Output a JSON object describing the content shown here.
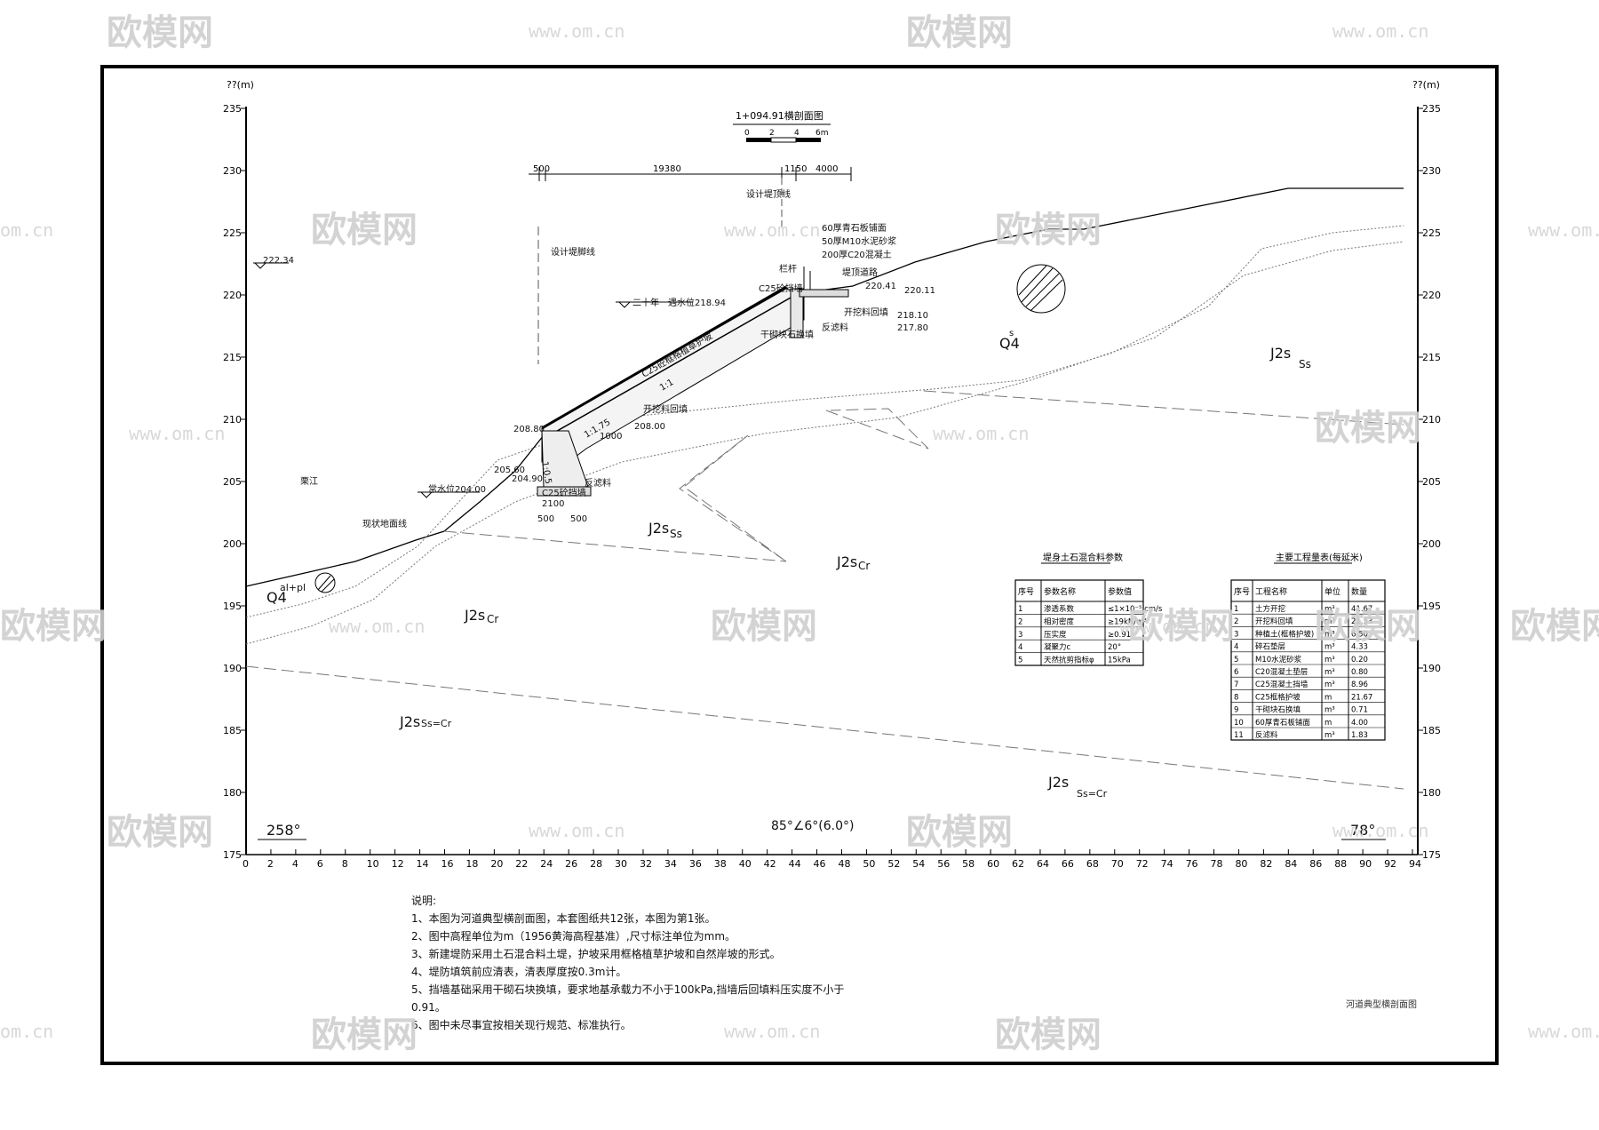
{
  "drawing": {
    "title": "1+094.91横剖面图",
    "scale_ticks": [
      "0",
      "2",
      "4",
      "6m"
    ],
    "axis_unit_left": "??(m)",
    "axis_unit_right": "??(m)",
    "left_elevations": [
      "235",
      "230",
      "225",
      "220",
      "215",
      "210",
      "205",
      "200",
      "195",
      "190",
      "185",
      "180",
      "175"
    ],
    "right_elevations": [
      "235",
      "230",
      "225",
      "220",
      "215",
      "210",
      "205",
      "200",
      "195",
      "190",
      "185",
      "180",
      "175"
    ],
    "x_ticks": [
      "0",
      "2",
      "4",
      "6",
      "8",
      "10",
      "12",
      "14",
      "16",
      "18",
      "20",
      "22",
      "24",
      "26",
      "28",
      "30",
      "32",
      "34",
      "36",
      "38",
      "40",
      "42",
      "44",
      "46",
      "48",
      "50",
      "52",
      "54",
      "56",
      "58",
      "60",
      "62",
      "64",
      "66",
      "68",
      "70",
      "72",
      "74",
      "76",
      "78",
      "80",
      "82",
      "84",
      "86",
      "88",
      "90",
      "92",
      "94"
    ],
    "dimensions": [
      "500",
      "19380",
      "1150",
      "4000"
    ],
    "annotations": {
      "design_crest_line": "设计堤顶线",
      "design_toe_line": "设计堤脚线",
      "surface_stone": "60厚青石板铺面",
      "mortar": "50厚M10水泥砂浆",
      "concrete": "200厚C20混凝土",
      "railing": "栏杆",
      "levee_road": "堤顶道路",
      "c25_wall_top": "C25砼挡墙",
      "elev_top_1": "220.41",
      "elev_top_2": "220.11",
      "excavation_backfill": "开挖料回填",
      "elev_21810": "218.10",
      "elev_21780": "217.80",
      "filter_top": "反滤料",
      "dry_stone_top": "干砌块石换填",
      "flood_20yr": "二十年一遇水位218.94",
      "elev_22234": "222.34",
      "slope_frame": "C25砼框格植草护坡",
      "slope_ratio_1": "1:1.75",
      "slope_ratio_2": "1:1",
      "excavation_backfill_2": "开挖料回填",
      "elev_20880": "208.80",
      "elev_20800": "208.00",
      "dim_1000": "1000",
      "elev_20560": "205.60",
      "elev_20490": "204.90",
      "normal_water": "常水位204.00",
      "river_name": "栗江",
      "existing_ground": "现状地面线",
      "filter_low": "反滤料",
      "c25_wall_low": "C25砼挡墙",
      "dim_2100": "2100",
      "dim_500a": "500",
      "dim_500b": "500",
      "slope_ratio_low": "1:0.5",
      "geo_q4s": "Q4",
      "geo_q4s_sup": "s",
      "geo_q4alpl": "Q4",
      "geo_q4alpl_sup": "al+pl",
      "geo_j2s_ss_1": "J2s",
      "geo_ss_1": "Ss",
      "geo_j2s_ss_2": "J2s",
      "geo_ss_2": "Ss",
      "geo_j2s_cr_1": "J2s",
      "geo_cr_1": "Cr",
      "geo_j2s_cr_2": "J2s",
      "geo_cr_2": "Cr",
      "geo_j2s_sscr_1": "J2s",
      "geo_sscr_1": "Ss=Cr",
      "geo_j2s_sscr_2": "J2s",
      "geo_sscr_2": "Ss=Cr",
      "angle_left": "258°",
      "angle_mid": "85°∠6°(6.0°)",
      "angle_right": "78°"
    }
  },
  "params_table": {
    "title": "堤身土石混合料参数",
    "headers": [
      "序号",
      "参数名称",
      "参数值"
    ],
    "rows": [
      [
        "1",
        "渗透系数",
        "≤1×10⁻⁵ cm/s"
      ],
      [
        "2",
        "相对密度",
        "≥19kN/m³"
      ],
      [
        "3",
        "压实度",
        "≥0.91"
      ],
      [
        "4",
        "凝聚力c",
        "20°"
      ],
      [
        "5",
        "天然抗剪指标φ",
        "15kPa"
      ]
    ]
  },
  "quantities_table": {
    "title": "主要工程量表(每延米)",
    "headers": [
      "序号",
      "工程名称",
      "单位",
      "数量"
    ],
    "rows": [
      [
        "1",
        "土方开挖",
        "m³",
        "41.67"
      ],
      [
        "2",
        "开挖料回填",
        "m³",
        "21.53"
      ],
      [
        "3",
        "种植土(框格护坡)",
        "m³",
        "6.50"
      ],
      [
        "4",
        "碎石垫层",
        "m³",
        "4.33"
      ],
      [
        "5",
        "M10水泥砂浆",
        "m³",
        "0.20"
      ],
      [
        "6",
        "C20混凝土垫层",
        "m³",
        "0.80"
      ],
      [
        "7",
        "C25混凝土挡墙",
        "m³",
        "8.96"
      ],
      [
        "8",
        "C25框格护坡",
        "m",
        "21.67"
      ],
      [
        "9",
        "干砌块石换填",
        "m³",
        "0.71"
      ],
      [
        "10",
        "60厚青石板铺面",
        "m",
        "4.00"
      ],
      [
        "11",
        "反滤料",
        "m³",
        "1.83"
      ]
    ]
  },
  "notes": {
    "heading": "说明:",
    "lines": [
      "1、本图为河道典型横剖面图，本套图纸共12张，本图为第1张。",
      "2、图中高程单位为m（1956黄海高程基准）,尺寸标注单位为mm。",
      "3、新建堤防采用土石混合料土堤，护坡采用框格植草护坡和自然岸坡的形式。",
      "4、堤防填筑前应清表，清表厚度按0.3m计。",
      "5、挡墙基础采用干砌石块换填，要求地基承载力不小于100kPa,挡墙后回填料压实度不小于",
      "0.91。",
      "6、图中未尽事宜按相关现行规范、标准执行。"
    ]
  },
  "title_block": {
    "text": "河道典型横剖面图"
  },
  "watermark": {
    "brand": "欧模网",
    "url": "www.om.cn",
    "url_short": "om.cn"
  }
}
